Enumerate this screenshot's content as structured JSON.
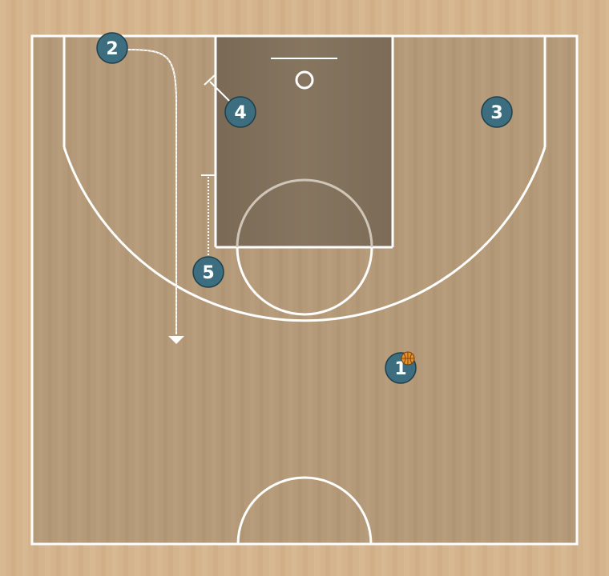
{
  "colors": {
    "wood_outer": "#d4b48c",
    "wood_court": "#b49a78",
    "paint": "#83725c",
    "lines": "#ffffff",
    "player_fill": "#3c6e80",
    "player_stroke": "#1f3f4a",
    "ball": "#e8902a"
  },
  "players": [
    {
      "id": "p1",
      "label": "1",
      "has_ball": true
    },
    {
      "id": "p2",
      "label": "2",
      "has_ball": false
    },
    {
      "id": "p3",
      "label": "3",
      "has_ball": false
    },
    {
      "id": "p4",
      "label": "4",
      "has_ball": false
    },
    {
      "id": "p5",
      "label": "5",
      "has_ball": false
    }
  ],
  "actions": [
    {
      "type": "cut",
      "player": "2"
    },
    {
      "type": "screen",
      "player": "4"
    },
    {
      "type": "screen",
      "player": "5"
    }
  ],
  "icons": {
    "ball": "basketball-icon",
    "cut_arrow": "arrowhead-icon",
    "screen": "screen-bar-icon"
  }
}
